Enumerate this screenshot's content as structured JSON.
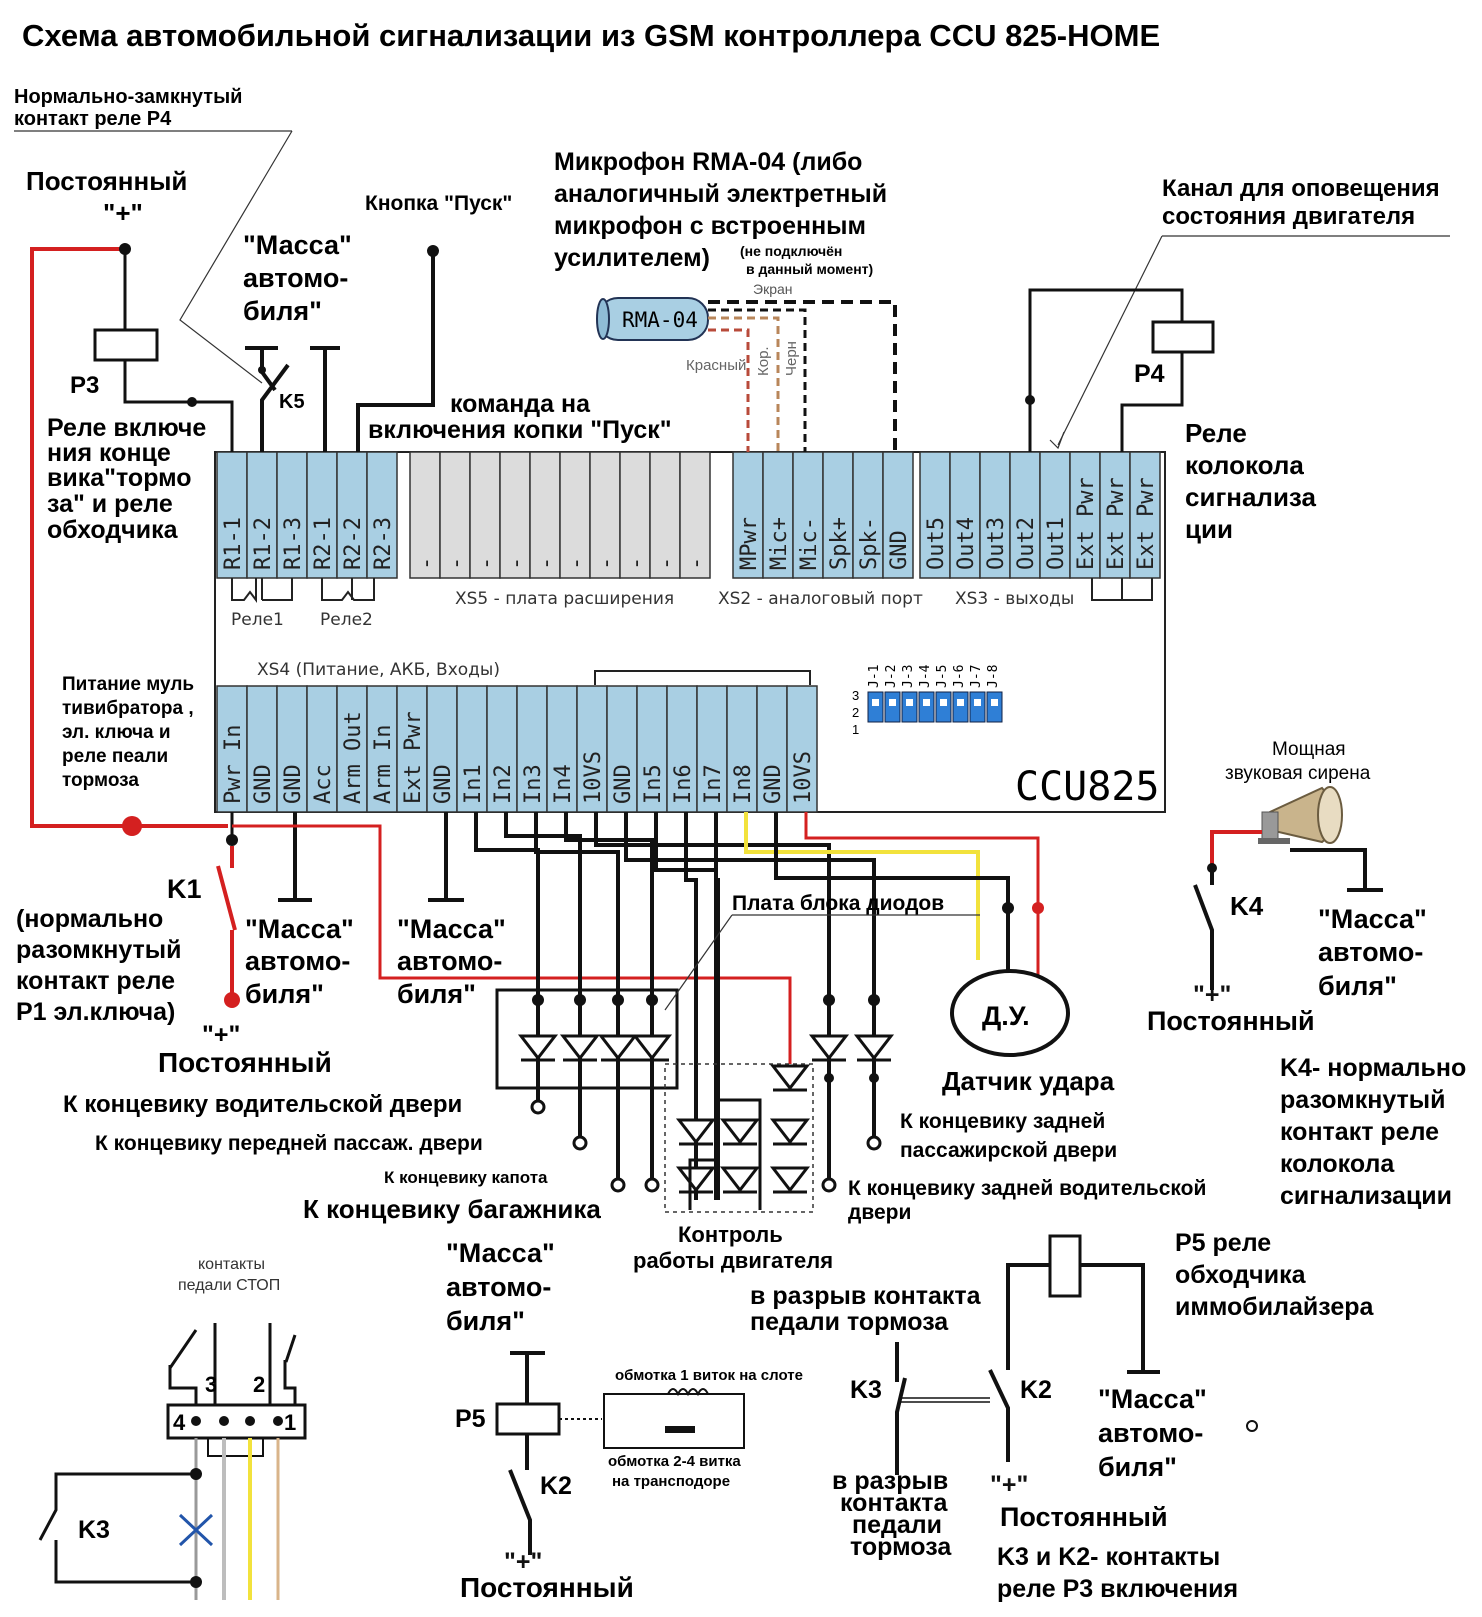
{
  "title": "Схема автомобильной сигнализации из GSM контроллера CCU 825-HOME",
  "labels": {
    "nc_contact_p4": [
      "Нормально-замкнутый",
      "контакт реле P4"
    ],
    "const_plus_top": [
      "Постоянный",
      "\"+\""
    ],
    "p3": "P3",
    "massa_k5": [
      "\"Масса\"",
      "автомо-",
      "биля\""
    ],
    "k5": "K5",
    "start_button": "Кнопка \"Пуск\"",
    "start_command": [
      "команда на",
      "включения копки \"Пуск\""
    ],
    "relay_p3_desc": [
      "Реле включе",
      "ния конце",
      "вика\"тормо",
      "за\" и реле",
      "обходчика"
    ],
    "mic_desc": [
      "Микрофон RMA-04 (либо",
      "аналогичный электретный",
      "микрофон с встроенным",
      "усилителем)"
    ],
    "mic_note": [
      "(не подключён",
      "в данный момент)"
    ],
    "mic_model": "RMA-04",
    "screen": "Экран",
    "red_wire": "Красный",
    "brown_wire": "Кор.",
    "black_wire": "Черн",
    "engine_channel": [
      "Канал для оповещения",
      "состояния двигателя"
    ],
    "p4": "P4",
    "bell_relay": [
      "Реле",
      "колокола",
      "сигнализа",
      "ции"
    ],
    "pins_top_left": [
      "R1-1",
      "R1-2",
      "R1-3",
      "R2-1",
      "R2-2",
      "R2-3"
    ],
    "pins_top_mid": [
      "MPwr",
      "Mic+",
      "Mic-",
      "Spk+",
      "Spk-",
      "GND"
    ],
    "pins_top_right": [
      "Out5",
      "Out4",
      "Out3",
      "Out2",
      "Out1",
      "Ext Pwr",
      "Ext Pwr",
      "Ext Pwr"
    ],
    "xs5_dash": "-",
    "rele1": "Реле1",
    "rele2": "Реле2",
    "xs5": "XS5 - плата расширения",
    "xs2": "XS2 - аналоговый порт",
    "xs3": "XS3 - выходы",
    "xs4": "XS4 (Питание, АКБ, Входы)",
    "pins_bottom": [
      "Pwr In",
      "GND",
      "GND",
      "Acc",
      "Arm Out",
      "Arm In",
      "Ext Pwr",
      "GND",
      "In1",
      "In2",
      "In3",
      "In4",
      "10VS",
      "GND",
      "In5",
      "In6",
      "In7",
      "In8",
      "GND",
      "10VS"
    ],
    "jumpers": [
      "J-1",
      "J-2",
      "J-3",
      "J-4",
      "J-5",
      "J-6",
      "J-7",
      "J-8"
    ],
    "jumper_rows": [
      "3",
      "2",
      "1"
    ],
    "device_name": "CCU825",
    "power_desc": [
      "Питание муль",
      "тивибратора ,",
      "эл. ключа и",
      "реле пеали",
      "тормоза"
    ],
    "k1": "K1",
    "k1_desc": [
      "(нормально",
      "разомкнутый",
      "контакт реле",
      "P1 эл.ключа)"
    ],
    "plus": "\"+\"",
    "constant": "Постоянный",
    "massa": [
      "\"Масса\"",
      "автомо-",
      "биля\""
    ],
    "diode_board": "Плата блока диодов",
    "du": "Д.У.",
    "shock_sensor": "Датчик удара",
    "siren": [
      "Мощная",
      "звуковая сирена"
    ],
    "k4": "K4",
    "k4_desc": [
      "K4- нормально",
      "разомкнутый",
      "контакт реле",
      "колокола",
      "сигнализации"
    ],
    "driver_door": "К концевику водительской двери",
    "front_pass_door": "К концевику передней пассаж. двери",
    "hood": "К концевику капота",
    "trunk": "К концевику багажника",
    "rear_pass_door": [
      "К концевику задней",
      "пассажирской двери"
    ],
    "rear_driver_door": [
      "К концевику задней водительской",
      "двери"
    ],
    "engine_control": [
      "Контроль",
      "работы двигателя"
    ],
    "stop_contacts": [
      "контакты",
      "педали СТОП"
    ],
    "stop_pins": [
      "4",
      "3",
      "2",
      "1"
    ],
    "k3": "K3",
    "p5": "P5",
    "k2": "K2",
    "coil1": "обмотка 1 виток на слоте",
    "coil2": [
      "обмотка 2-4 витка",
      "на трансподоре"
    ],
    "brake_break_top": [
      "в разрыв контакта",
      "педали тормоза"
    ],
    "brake_break_bottom": [
      "в разрыв",
      "контакта",
      "педали",
      "тормоза"
    ],
    "p5_desc": [
      "P5 реле",
      "обходчика",
      "иммобилайзера"
    ],
    "k3_k2_desc": [
      "K3 и K2- контакты",
      "реле P3 включения"
    ]
  },
  "colors": {
    "red": "#d42020",
    "pin_blue": "#a9cfe3",
    "yellow": "#f2e23c",
    "brown": "#b8865a",
    "jumper": "#2f7fd6"
  }
}
